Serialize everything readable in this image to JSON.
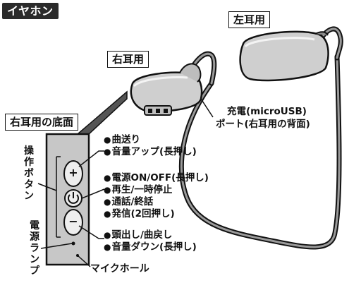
{
  "header": {
    "title": "イヤホン"
  },
  "labels": {
    "left_ear": "左耳用",
    "right_ear": "右耳用",
    "right_bottom": "右耳用の底面",
    "charge_line1": "充電(microUSB)",
    "charge_line2": "ポート(右耳用の背面)",
    "operation_buttons": "操作ボタン",
    "power_lamp": "電源ランプ",
    "mic_hole": "マイクホール"
  },
  "functions": {
    "plus": [
      "曲送り",
      "音量アップ(長押し)"
    ],
    "power": [
      "電源ON/OFF(長押し)",
      "再生/一時停止",
      "通話/終話",
      "発信(2回押し)"
    ],
    "minus": [
      "頭出し/曲戻し",
      "音量ダウン(長押し)"
    ]
  },
  "buttons": {
    "plus_symbol": "+",
    "minus_symbol": "−"
  }
}
